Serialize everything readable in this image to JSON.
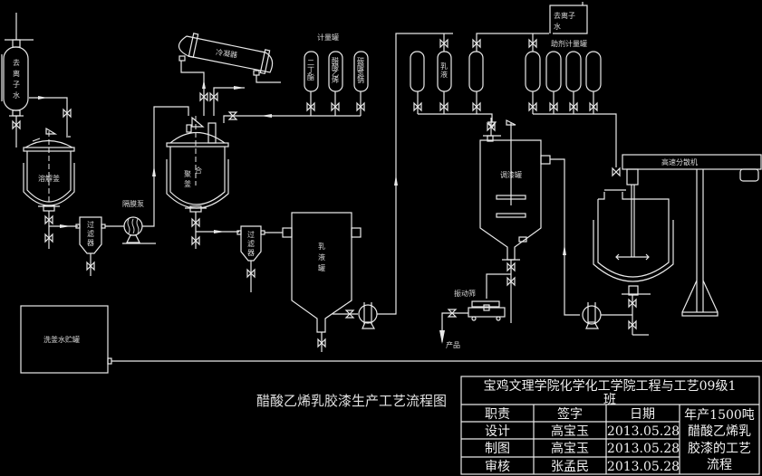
{
  "diagram": {
    "title": "醋酸乙烯乳胶漆生产工艺流程图",
    "colors": {
      "background": "#000000",
      "line": "#e8e8e8",
      "text": "#d8d8d8"
    },
    "equipment": {
      "deionized_water_tank": "去离子水",
      "deionized_water_tank_chars": [
        "去",
        "离",
        "子",
        "水"
      ],
      "dissolving_kettle": "溶解釜",
      "condenser": "冷凝器",
      "metering_tanks_label": "计量罐",
      "metering_tanks": [
        {
          "label": "二丁酯",
          "chars": [
            "二",
            "丁",
            "酯"
          ]
        },
        {
          "label": "醋酸乙烯",
          "chars": [
            "醋",
            "酸",
            "乙",
            "烯"
          ]
        },
        {
          "label": "碳酸氢钠",
          "chars": [
            "碳",
            "酸",
            "氢",
            "钠"
          ]
        }
      ],
      "polymerization_kettle": "聚合釜",
      "polymerization_kettle_chars": [
        "聚",
        "合",
        "釜"
      ],
      "diaphragm_pump": "隔膜泵",
      "filter1": "过滤器",
      "filter1_chars": [
        "过",
        "滤",
        "器"
      ],
      "filter2": "过滤器",
      "filter2_chars": [
        "过",
        "滤",
        "器"
      ],
      "emulsion_tank": "乳液罐",
      "emulsion_tank_chars": [
        "乳",
        "液",
        "罐"
      ],
      "emulsion_metering_tank": "乳液",
      "emulsion_metering_tank_chars": [
        "乳",
        "液"
      ],
      "deionized_water_box": "去离子水",
      "deionized_water_box_lines": [
        "去离子",
        "水"
      ],
      "additive_metering_tanks_label": "助剂计量罐",
      "paint_mixing_tank": "调漆罐",
      "vibrating_screen": "振动筛",
      "product": "产品",
      "high_speed_disperser": "高速分散机",
      "wash_water_storage_tank": "洗釜水贮罐"
    }
  },
  "title_block": {
    "header_line1": "宝鸡文理学院化学化工学院工程与工艺09级1",
    "header_line2": "班",
    "columns": [
      "职责",
      "签字",
      "日期"
    ],
    "rows": [
      {
        "role": "设计",
        "signature": "高宝玉",
        "date": "2013.05.28"
      },
      {
        "role": "制图",
        "signature": "高宝玉",
        "date": "2013.05.28"
      },
      {
        "role": "审核",
        "signature": "张孟民",
        "date": "2013.05.28"
      }
    ],
    "project_lines": [
      "年产1500吨",
      "醋酸乙烯乳",
      "胶漆的工艺",
      "流程"
    ]
  }
}
